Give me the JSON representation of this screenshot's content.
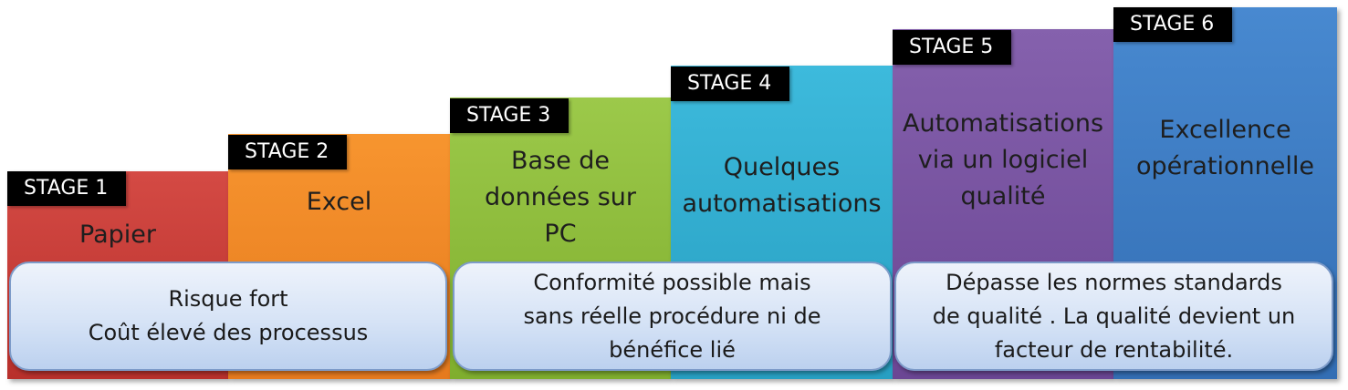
{
  "stages": [
    {
      "badge": "STAGE 1",
      "title": "Papier",
      "color": "#cc3f3a"
    },
    {
      "badge": "STAGE 2",
      "title": "Excel",
      "color": "#f28a2e"
    },
    {
      "badge": "STAGE 3",
      "title": "Base de\ndonnées sur\nPC",
      "color": "#93c13e"
    },
    {
      "badge": "STAGE 4",
      "title": "Quelques\nautomatisations",
      "color": "#35b3d5"
    },
    {
      "badge": "STAGE 5",
      "title": "Automatisations\nvia un logiciel\nqualité",
      "color": "#7a55a3"
    },
    {
      "badge": "STAGE 6",
      "title": "Excellence\nopérationnelle",
      "color": "#3f7ec6"
    }
  ],
  "notes": [
    {
      "text": "Risque fort\nCoût élevé des processus"
    },
    {
      "text": "Conformité possible mais\nsans réelle procédure ni de\nbénéfice lié"
    },
    {
      "text": "Dépasse les normes standards\nde qualité . La qualité devient un\nfacteur de rentabilité."
    }
  ]
}
